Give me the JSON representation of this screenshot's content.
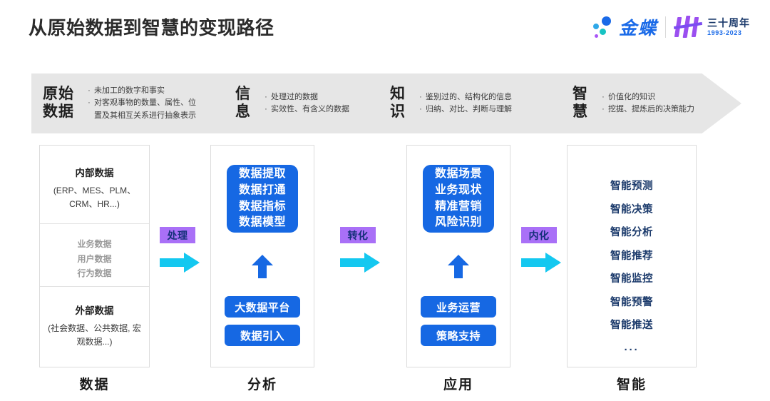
{
  "header": {
    "title": "从原始数据到智慧的变现路径",
    "brand_name": "金蝶",
    "anniversary_cn": "三十周年",
    "anniversary_years": "1993-2023"
  },
  "banner": {
    "segments": [
      {
        "title": "原始\n数据",
        "bullets": [
          "未加工的数字和事实",
          "对客观事物的数量、属性、位\n置及其相互关系进行抽象表示"
        ]
      },
      {
        "title": "信\n息",
        "bullets": [
          "处理过的数据",
          "实效性、有含义的数据"
        ]
      },
      {
        "title": "知\n识",
        "bullets": [
          "鉴别过的、结构化的信息",
          "归纳、对比、判断与理解"
        ]
      },
      {
        "title": "智\n慧",
        "bullets": [
          "价值化的知识",
          "挖掘、提炼后的决策能力"
        ]
      }
    ],
    "bullet_glyph": "·"
  },
  "columns": {
    "data": {
      "internal_head": "内部数据",
      "internal_sub": "(ERP、MES、PLM、\nCRM、HR...)",
      "middle_items": [
        "业务数据",
        "用户数据",
        "行为数据"
      ],
      "external_head": "外部数据",
      "external_sub": "(社会数据、公共数据,\n宏观数据...)",
      "footer": "数据"
    },
    "analysis": {
      "card": "数据提取\n数据打通\n数据指标\n数据模型",
      "pill_top": "大数据平台",
      "pill_bottom": "数据引入",
      "footer": "分析"
    },
    "application": {
      "card": "数据场景\n业务现状\n精准营销\n风险识别",
      "pill_top": "业务运营",
      "pill_bottom": "策略支持",
      "footer": "应用"
    },
    "intelligence": {
      "items": [
        "智能预测",
        "智能决策",
        "智能分析",
        "智能推荐",
        "智能监控",
        "智能预警",
        "智能推送"
      ],
      "ellipsis": "···",
      "footer": "智能"
    }
  },
  "connectors": [
    {
      "label": "处理"
    },
    {
      "label": "转化"
    },
    {
      "label": "内化"
    }
  ],
  "colors": {
    "primary_blue": "#1668e3",
    "deep_navy": "#1b3a6b",
    "badge_purple": "#a970f7",
    "arrow_cyan": "#14c8f0",
    "banner_gray": "#e6e6e6"
  }
}
